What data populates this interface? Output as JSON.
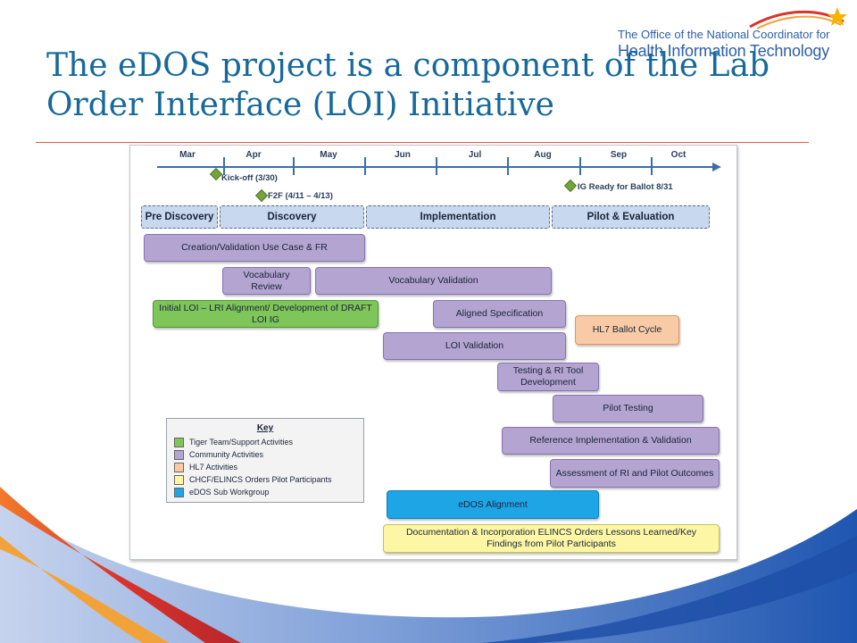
{
  "title": "The eDOS project is a component of the Lab Order Interface (LOI) Initiative",
  "logo": {
    "line1": "The Office of the National Coordinator for",
    "line2": "Health Information Technology"
  },
  "colors": {
    "title": "#17699b",
    "accent_rule": "#e05a4a",
    "swoosh_blue": "#2a5db0",
    "swoosh_red": "#d9342b",
    "swoosh_orange": "#f1a33a"
  },
  "timeline": {
    "months": [
      "Mar",
      "Apr",
      "May",
      "Jun",
      "Jul",
      "Aug",
      "Sep",
      "Oct"
    ],
    "milestones": [
      {
        "label": "Kick-off  (3/30)"
      },
      {
        "label": "F2F (4/11 – 4/13)"
      },
      {
        "label": "IG Ready for Ballot 8/31"
      }
    ],
    "phases": [
      {
        "label": "Pre Discovery"
      },
      {
        "label": "Discovery"
      },
      {
        "label": "Implementation"
      },
      {
        "label": "Pilot & Evaluation"
      }
    ],
    "tasks": [
      {
        "label": "Creation/Validation Use Case & FR",
        "category": "Community Activities"
      },
      {
        "label": "Vocabulary Review",
        "category": "Community Activities"
      },
      {
        "label": "Vocabulary Validation",
        "category": "Community Activities"
      },
      {
        "label": "Initial LOI – LRI Alignment/ Development of DRAFT LOI IG",
        "category": "Tiger Team/Support Activities"
      },
      {
        "label": "Aligned Specification",
        "category": "Community Activities"
      },
      {
        "label": "HL7 Ballot Cycle",
        "category": "HL7 Activities"
      },
      {
        "label": "LOI Validation",
        "category": "Community Activities"
      },
      {
        "label": "Testing & RI Tool Development",
        "category": "Community Activities"
      },
      {
        "label": "Pilot Testing",
        "category": "Community Activities"
      },
      {
        "label": "Reference Implementation & Validation",
        "category": "Community Activities"
      },
      {
        "label": "Assessment of RI and Pilot Outcomes",
        "category": "Community Activities"
      },
      {
        "label": "eDOS Alignment",
        "category": "eDOS Sub Workgroup"
      },
      {
        "label": "Documentation & Incorporation ELINCS Orders Lessons Learned/Key Findings from Pilot Participants",
        "category": "CHCF/ELINCS Orders Pilot Participants"
      }
    ]
  },
  "key": {
    "title": "Key",
    "items": [
      {
        "label": "Tiger Team/Support Activities",
        "color": "#7ec55a"
      },
      {
        "label": "Community Activities",
        "color": "#b3a4d2"
      },
      {
        "label": "HL7 Activities",
        "color": "#f8cba6"
      },
      {
        "label": "CHCF/ELINCS Orders Pilot Participants",
        "color": "#fdf7a5"
      },
      {
        "label": "eDOS Sub Workgroup",
        "color": "#1ea5e6"
      }
    ]
  }
}
